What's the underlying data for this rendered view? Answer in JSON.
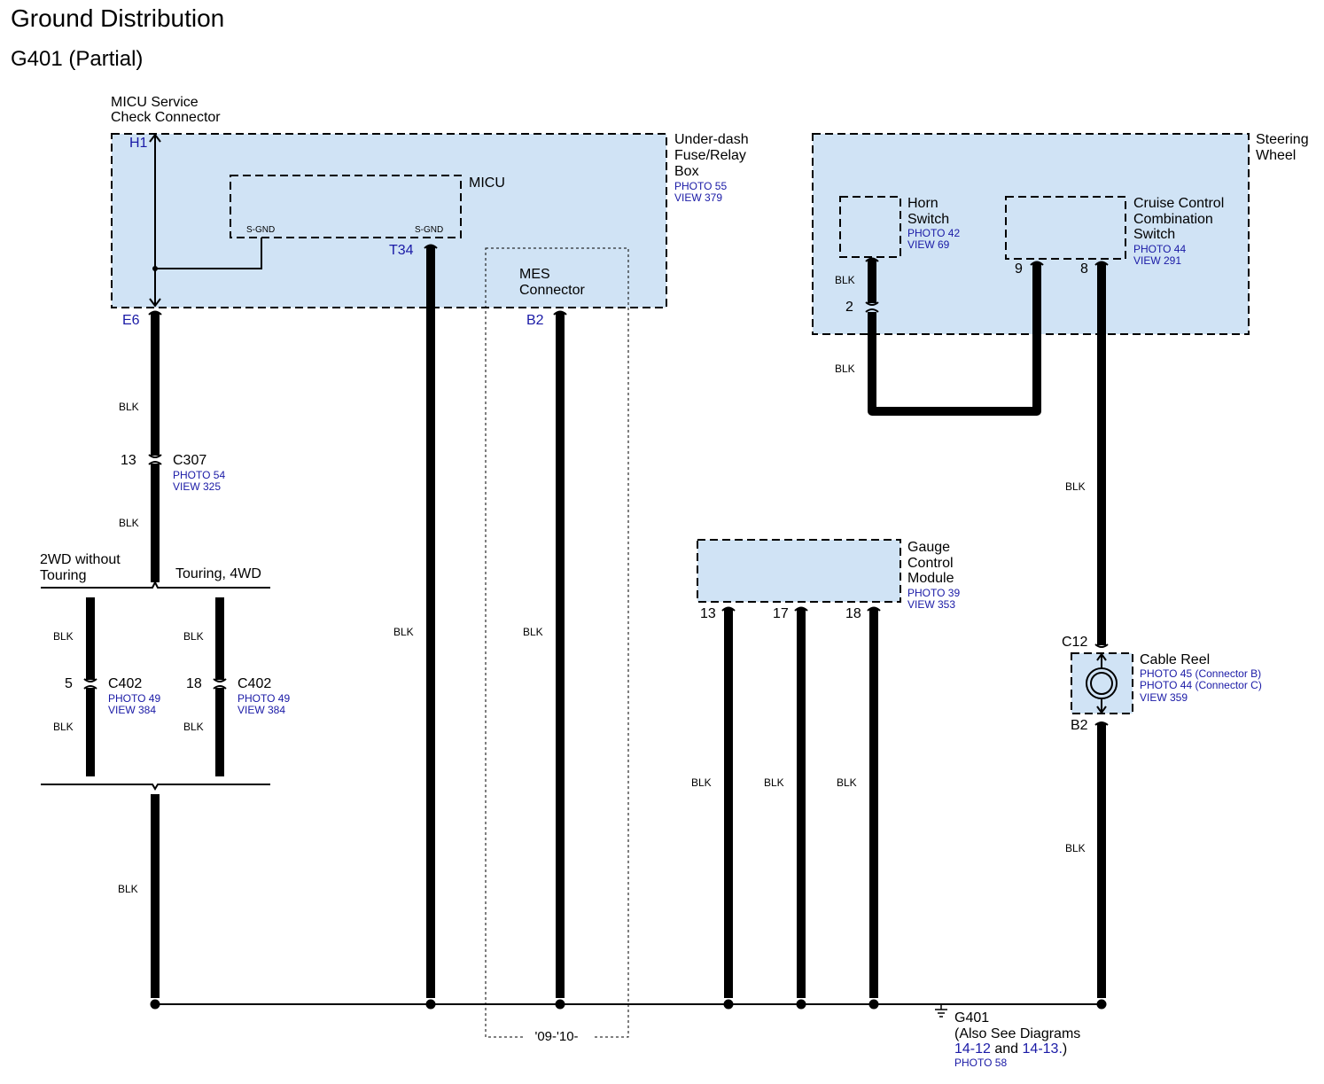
{
  "title": "Ground Distribution",
  "subtitle": "G401 (Partial)",
  "components": {
    "micu_service": {
      "line1": "MICU Service",
      "line2": "Check Connector"
    },
    "underdash": {
      "line1": "Under-dash",
      "line2": "Fuse/Relay",
      "line3": "Box",
      "photo": "PHOTO 55",
      "view": "VIEW 379"
    },
    "micu": {
      "label": "MICU",
      "sgnd1": "S-GND",
      "sgnd2": "S-GND"
    },
    "mes": {
      "line1": "MES",
      "line2": "Connector",
      "years": "'09-'10-"
    },
    "steering": {
      "line1": "Steering",
      "line2": "Wheel"
    },
    "horn": {
      "line1": "Horn",
      "line2": "Switch",
      "photo": "PHOTO 42",
      "view": "VIEW 69"
    },
    "cruise": {
      "line1": "Cruise Control",
      "line2": "Combination",
      "line3": "Switch",
      "photo": "PHOTO 44",
      "view": "VIEW 291"
    },
    "gauge": {
      "line1": "Gauge",
      "line2": "Control",
      "line3": "Module",
      "photo": "PHOTO 39",
      "view": "VIEW 353"
    },
    "cable_reel": {
      "label": "Cable Reel",
      "photo_b": "PHOTO 45 (Connector B)",
      "photo_c": "PHOTO 44 (Connector C)",
      "view": "VIEW 359"
    },
    "c307": {
      "label": "C307",
      "pin": "13",
      "photo": "PHOTO 54",
      "view": "VIEW 325"
    },
    "c402_a": {
      "label": "C402",
      "pin": "5",
      "photo": "PHOTO 49",
      "view": "VIEW 384"
    },
    "c402_b": {
      "label": "C402",
      "pin": "18",
      "photo": "PHOTO 49",
      "view": "VIEW 384"
    },
    "ground": {
      "label": "G401",
      "note1": "(Also See Diagrams",
      "link1": "14-12",
      "and": "and",
      "link2": "14-13.",
      "close": ")",
      "photo": "PHOTO 58"
    }
  },
  "terminals": {
    "h1": "H1",
    "e6": "E6",
    "t34": "T34",
    "b2_mes": "B2",
    "horn_pin": "2",
    "cruise_pin9": "9",
    "cruise_pin8": "8",
    "gauge13": "13",
    "gauge17": "17",
    "gauge18": "18",
    "c12": "C12",
    "b2_reel": "B2"
  },
  "variants": {
    "left": "2WD without",
    "left2": "Touring",
    "right": "Touring, 4WD"
  },
  "wire_color": "BLK",
  "colors": {
    "box_fill": "#d0e3f5",
    "link_blue": "#1a1aa6"
  }
}
